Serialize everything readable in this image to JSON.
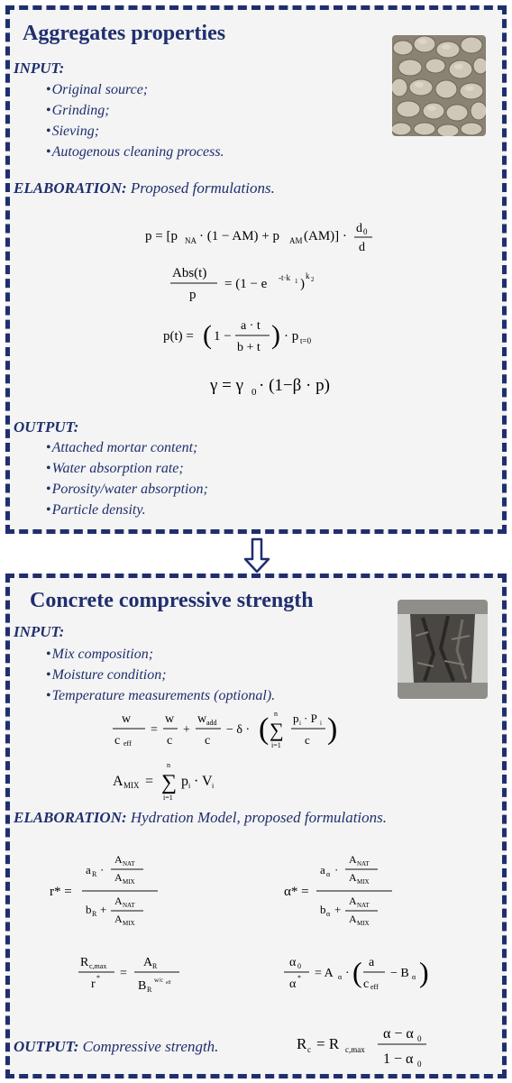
{
  "panel1": {
    "title": "Aggregates properties",
    "input_label": "INPUT:",
    "input_items": [
      "Original source;",
      "Grinding;",
      "Sieving;",
      "Autogenous cleaning process."
    ],
    "elaboration_label": "ELABORATION:",
    "elaboration_text": "Proposed formulations.",
    "output_label": "OUTPUT:",
    "output_items": [
      "Attached mortar content;",
      "Water absorption rate;",
      "Porosity/water absorption;",
      "Particle density."
    ],
    "image": "aggregates-photo"
  },
  "panel2": {
    "title": "Concrete compressive strength",
    "input_label": "INPUT:",
    "input_items": [
      "Mix composition;",
      "Moisture condition;",
      "Temperature measurements (optional)."
    ],
    "elaboration_label": "ELABORATION:",
    "elaboration_text": "Hydration Model, proposed formulations.",
    "output_label": "OUTPUT:",
    "output_text": "Compressive strength.",
    "image": "concrete-specimen-photo"
  },
  "colors": {
    "border": "#1f2f6e",
    "text": "#1f2f6e",
    "panel_bg": "#f4f4f4"
  },
  "arrow": "down-arrow-icon"
}
